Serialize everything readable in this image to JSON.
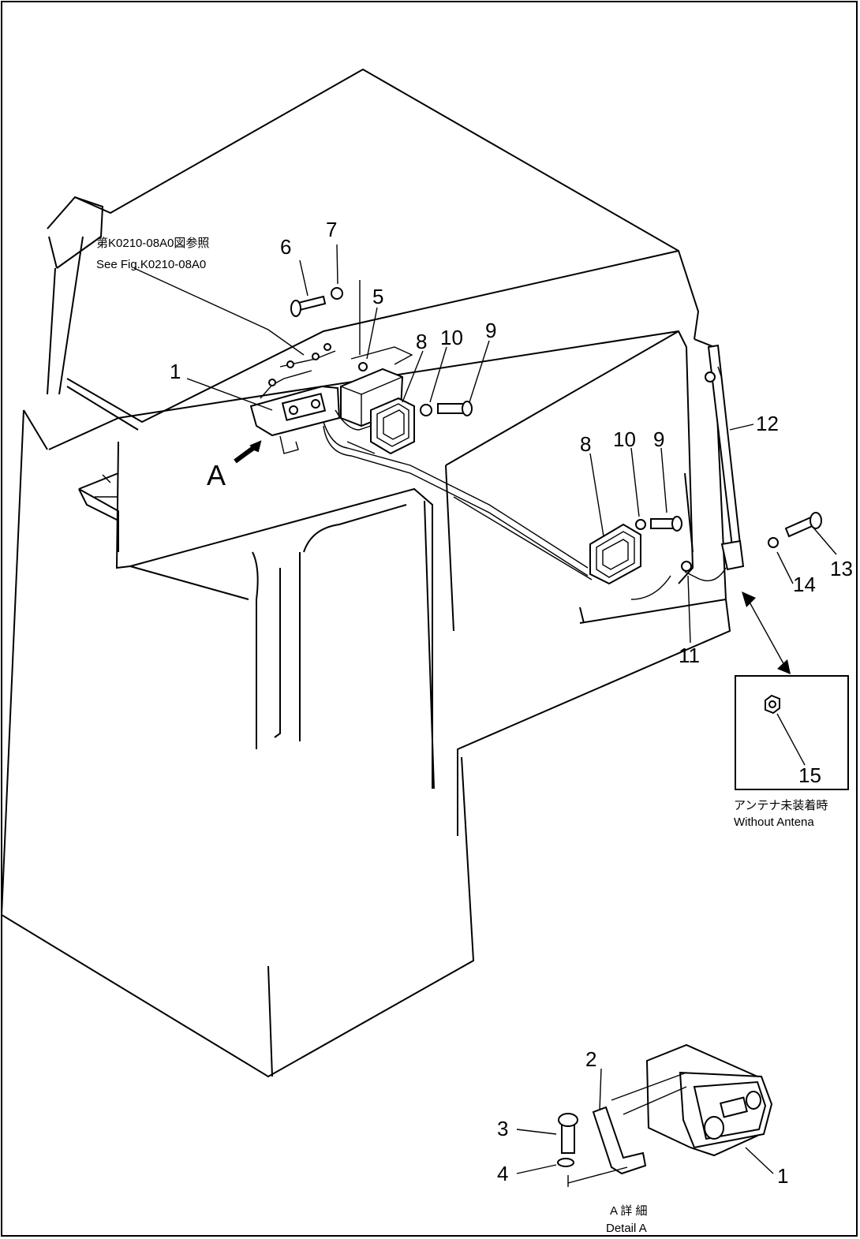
{
  "reference_note": {
    "line1": "第K0210-08A0図参照",
    "line2": "See Fig.K0210-08A0"
  },
  "view_arrow_label": "A",
  "callouts": {
    "p1_main": "1",
    "p5": "5",
    "p6": "6",
    "p7": "7",
    "p8_left": "8",
    "p10_left": "10",
    "p9_left": "9",
    "p8_right": "8",
    "p10_right": "10",
    "p9_right": "9",
    "p11": "11",
    "p12": "12",
    "p13": "13",
    "p14": "14",
    "p15": "15",
    "p2": "2",
    "p3": "3",
    "p4": "4",
    "p1_detail": "1"
  },
  "inset_caption": {
    "jp": "アンテナ未装着時",
    "en": "Without Antena"
  },
  "detail_caption": {
    "jp": "A 詳 細",
    "en": "Detail A"
  }
}
